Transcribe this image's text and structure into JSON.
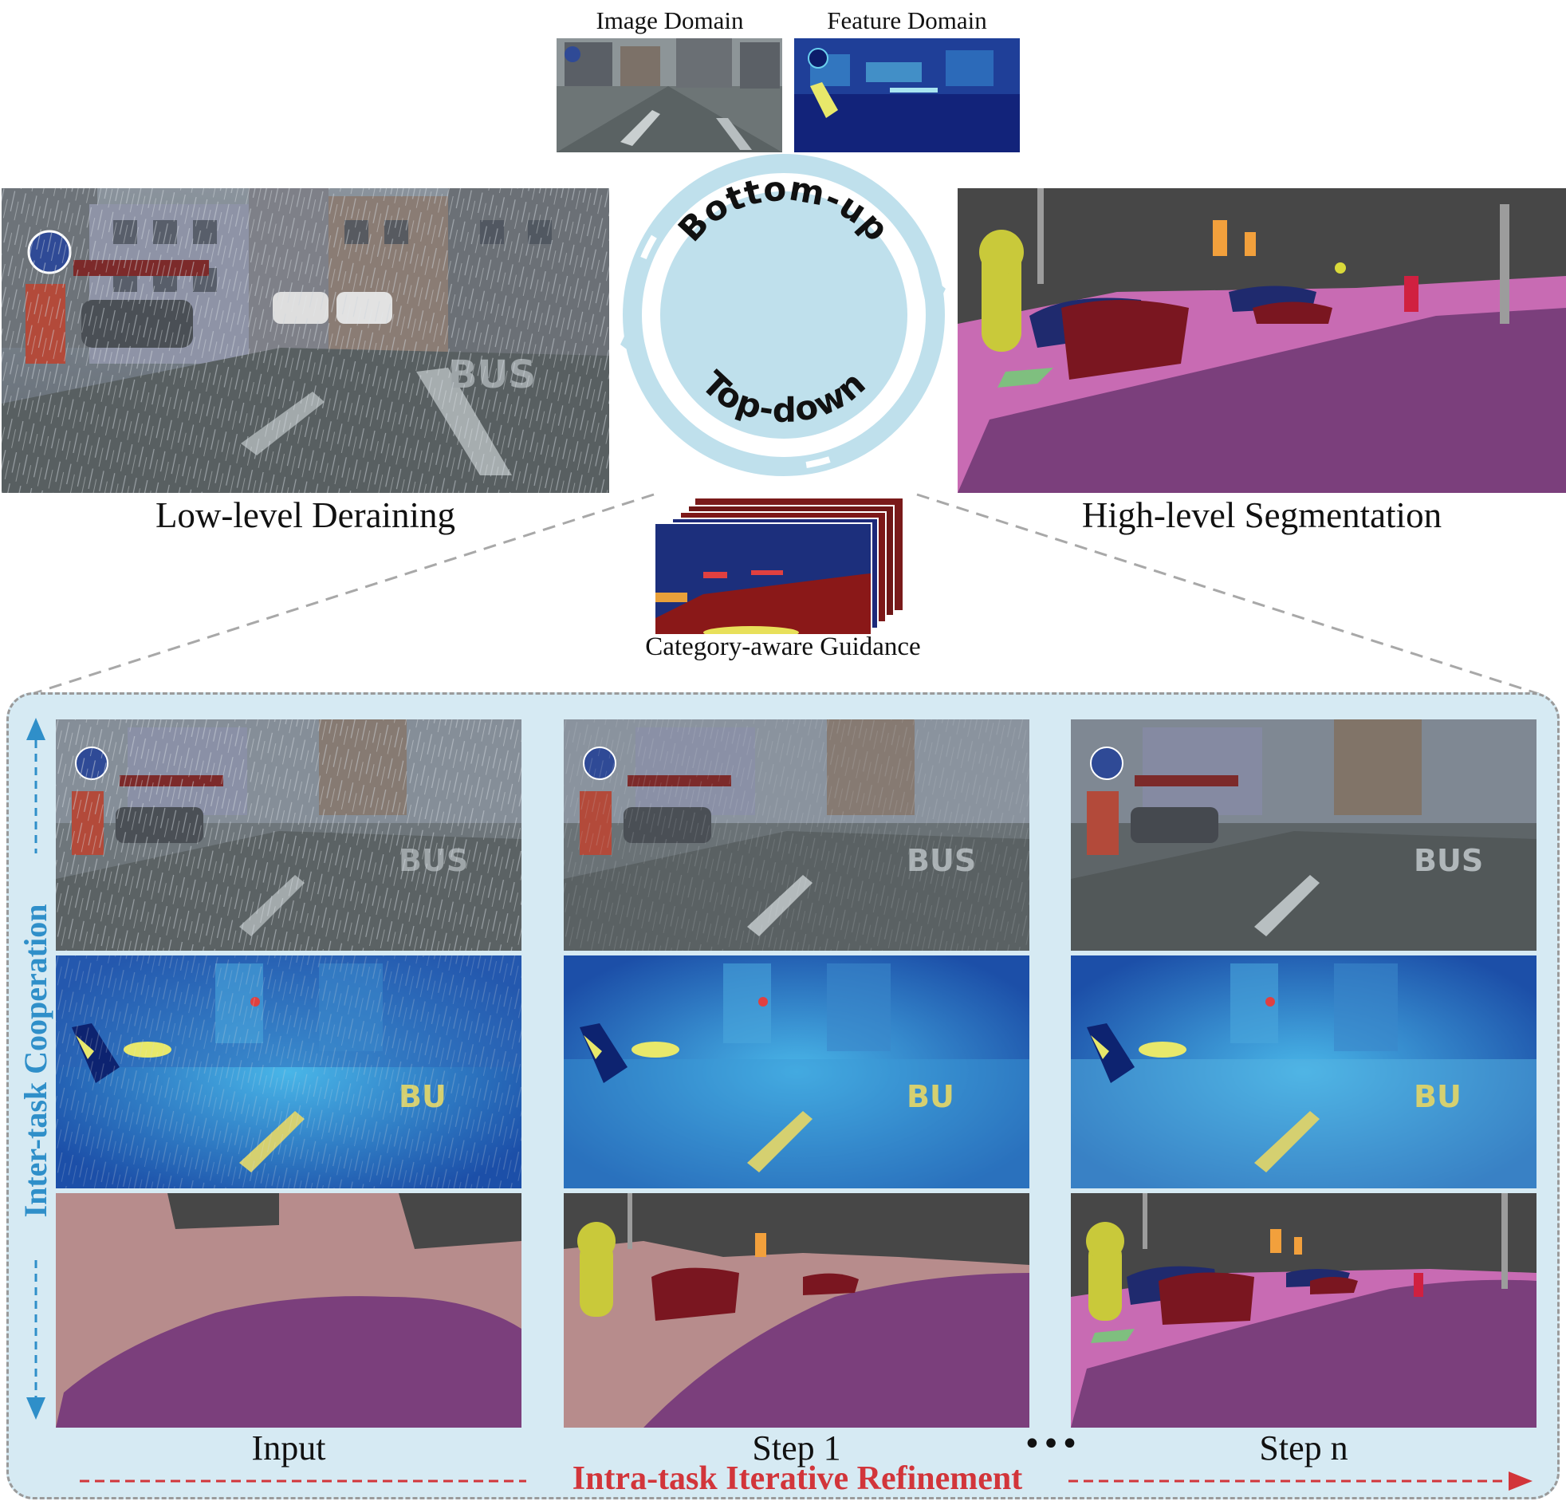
{
  "top": {
    "image_domain_label": "Image Domain",
    "feature_domain_label": "Feature Domain",
    "bottom_up_label": "Bottom-up",
    "top_down_label": "Top-down",
    "left_caption": "Low-level Deraining",
    "right_caption": "High-level Segmentation",
    "guidance_label": "Category-aware Guidance"
  },
  "panel": {
    "vertical_label": "Inter-task Cooperation",
    "horizontal_label": "Intra-task Iterative Refinement",
    "ellipsis": "•••",
    "columns": [
      "Input",
      "Step 1",
      "Step n"
    ]
  },
  "colors": {
    "ring": "#bfe0ec",
    "panel_bg": "#d6eaf3",
    "vertical_label": "#2f8fc9",
    "horizontal_label": "#d2353a",
    "road": "#7b3f7c",
    "sky": "#474747",
    "sidewalk": "#c86bb3",
    "car": "#1f2a6e",
    "bicycle": "#7a1620",
    "person": "#c9c93a"
  }
}
